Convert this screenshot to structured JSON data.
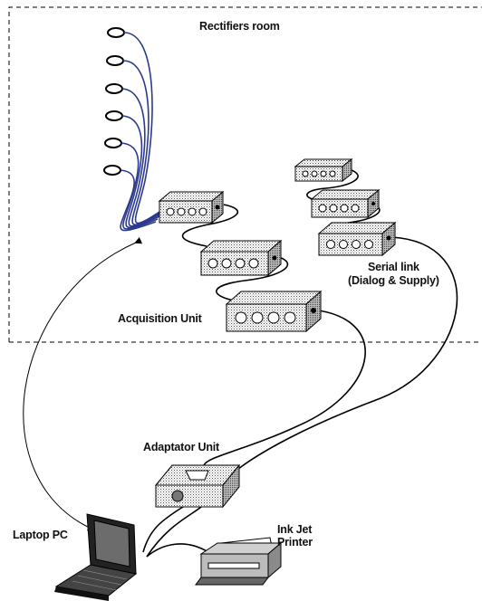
{
  "labels": {
    "rectifiers_room": "Rectifiers room",
    "serial_link_line1": "Serial link",
    "serial_link_line2": "(Dialog & Supply)",
    "acquisition_unit": "Acquisition Unit",
    "adaptator_unit": "Adaptator Unit",
    "laptop_pc": "Laptop PC",
    "printer_line1": "Ink Jet",
    "printer_line2": "Printer"
  },
  "colors": {
    "sensor_cable": "#2b3a8f",
    "outline": "#000000",
    "unit_fill": "#d9d9d9"
  }
}
